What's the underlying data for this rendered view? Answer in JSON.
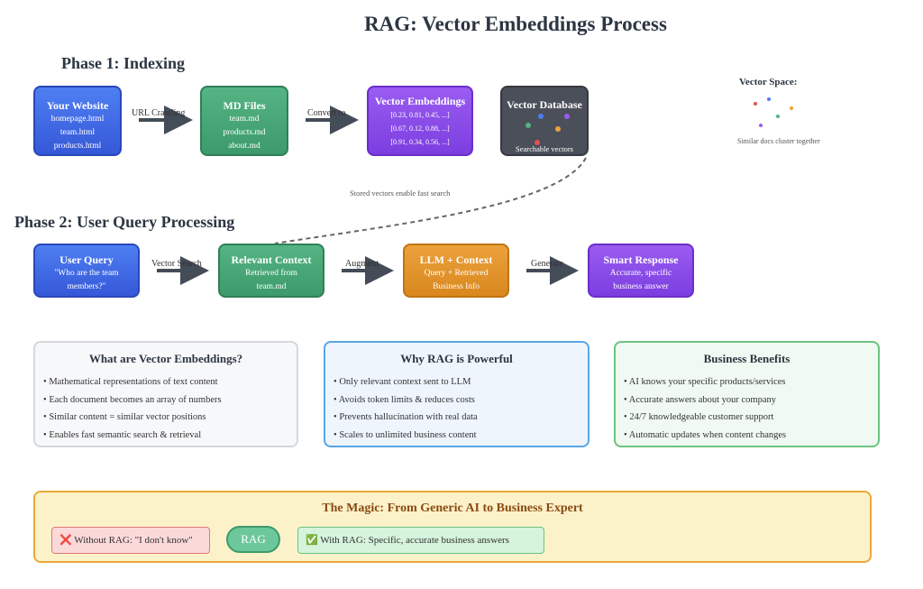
{
  "title": "RAG: Vector Embeddings Process",
  "phase1": {
    "label": "Phase 1: Indexing",
    "website": {
      "title": "Your Website",
      "lines": [
        "homepage.html",
        "team.html",
        "products.html"
      ]
    },
    "arrow1": "URL Crawling",
    "md": {
      "title": "MD Files",
      "lines": [
        "team.md",
        "products.md",
        "about.md"
      ]
    },
    "arrow2": "Convert to",
    "embeddings": {
      "title": "Vector Embeddings",
      "lines": [
        "[0.23, 0.81, 0.45, ...]",
        "[0.67, 0.12, 0.88, ...]",
        "[0.91, 0.34, 0.56, ...]"
      ]
    },
    "database": {
      "title": "Vector Database",
      "caption": "Searchable vectors",
      "dot_colors": [
        "#4d7cf0",
        "#9a5cf0",
        "#55b483",
        "#eca23c",
        "#e05252"
      ]
    },
    "vector_space": {
      "title": "Vector Space:",
      "caption": "Similar docs cluster together",
      "dot_colors": [
        "#e05252",
        "#4d7cf0",
        "#55b483",
        "#eca23c",
        "#9a5cf0"
      ]
    }
  },
  "link_label": "Stored vectors enable fast search",
  "phase2": {
    "label": "Phase 2: User Query Processing",
    "query": {
      "title": "User Query",
      "lines": [
        "\"Who are the team",
        "members?\""
      ]
    },
    "arrow1": "Vector Search",
    "context": {
      "title": "Relevant Context",
      "lines": [
        "Retrieved from",
        "team.md"
      ]
    },
    "arrow2": "Augment",
    "llm": {
      "title": "LLM + Context",
      "lines": [
        "Query + Retrieved",
        "Business Info"
      ]
    },
    "arrow3": "Generate",
    "response": {
      "title": "Smart Response",
      "lines": [
        "Accurate, specific",
        "business answer"
      ]
    }
  },
  "cards": [
    {
      "title": "What are Vector Embeddings?",
      "items": [
        "Mathematical representations of text content",
        "Each document becomes an array of numbers",
        "Similar content = similar vector positions",
        "Enables fast semantic search & retrieval"
      ]
    },
    {
      "title": "Why RAG is Powerful",
      "items": [
        "Only relevant context sent to LLM",
        "Avoids token limits & reduces costs",
        "Prevents hallucination with real data",
        "Scales to unlimited business content"
      ]
    },
    {
      "title": "Business Benefits",
      "items": [
        "AI knows your specific products/services",
        "Accurate answers about your company",
        "24/7 knowledgeable customer support",
        "Automatic updates when content changes"
      ]
    }
  ],
  "magic": {
    "title": "The Magic: From Generic AI to Business Expert",
    "without": "❌ Without RAG: \"I don't know\"",
    "rag": "RAG",
    "with": "✅ With RAG: Specific, accurate business answers"
  }
}
